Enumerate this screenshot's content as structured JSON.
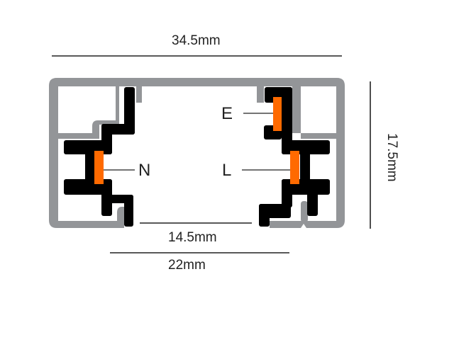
{
  "title": "Track profile cross-section",
  "dimensions": {
    "overall_width": "34.5mm",
    "height": "17.5mm",
    "opening_width": "14.5mm",
    "inner_width": "22mm"
  },
  "conductors": {
    "earth": "E",
    "neutral": "N",
    "live": "L"
  },
  "colors": {
    "housing": "#939598",
    "insulator": "#000000",
    "conductor": "#ff6a00"
  }
}
